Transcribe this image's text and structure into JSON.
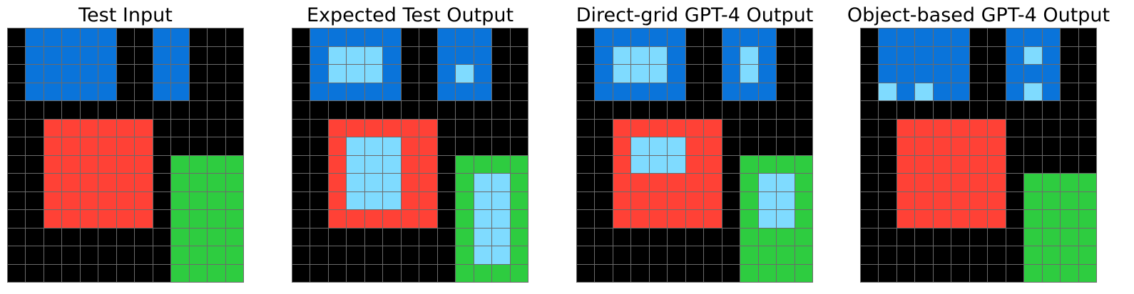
{
  "palette": {
    "0": "#000000",
    "1": "#0a74da",
    "2": "#ff4136",
    "3": "#2ecc40",
    "4": "#7fdbff"
  },
  "panels": [
    {
      "title": "Test Input",
      "grid": [
        "0111110011000",
        "0111110011000",
        "0111110011000",
        "0111110011000",
        "0000000000000",
        "0022222200000",
        "0022222200000",
        "0022222203333",
        "0022222203333",
        "0022222203333",
        "0022222203333",
        "0000000003333",
        "0000000003333",
        "0000000003333"
      ]
    },
    {
      "title": "Expected Test Output",
      "grid": [
        "0111110011100",
        "0144410011100",
        "0144410014100",
        "0111110011100",
        "0000000000000",
        "0022222200000",
        "0024442200000",
        "0024442203333",
        "0024442203443",
        "0024442203443",
        "0022222203443",
        "0000000003443",
        "0000000003443",
        "0000000003333"
      ]
    },
    {
      "title": "Direct-grid GPT-4 Output",
      "grid": [
        "0111110011100",
        "0144410014100",
        "0144410014100",
        "0111110011100",
        "0000000000000",
        "0022222200000",
        "0024442200000",
        "0024442203333",
        "0022222203443",
        "0022222203443",
        "0022222203443",
        "0000000003333",
        "0000000003333",
        "0000000003333"
      ]
    },
    {
      "title": "Object-based GPT-4 Output",
      "grid": [
        "0111110011100",
        "0111110014100",
        "0111110011100",
        "0414110014100",
        "0000000000000",
        "0022222200000",
        "0022222200000",
        "0022222200000",
        "0022222203333",
        "0022222203333",
        "0022222203333",
        "0000000003333",
        "0000000003333",
        "0000000003333"
      ]
    }
  ]
}
